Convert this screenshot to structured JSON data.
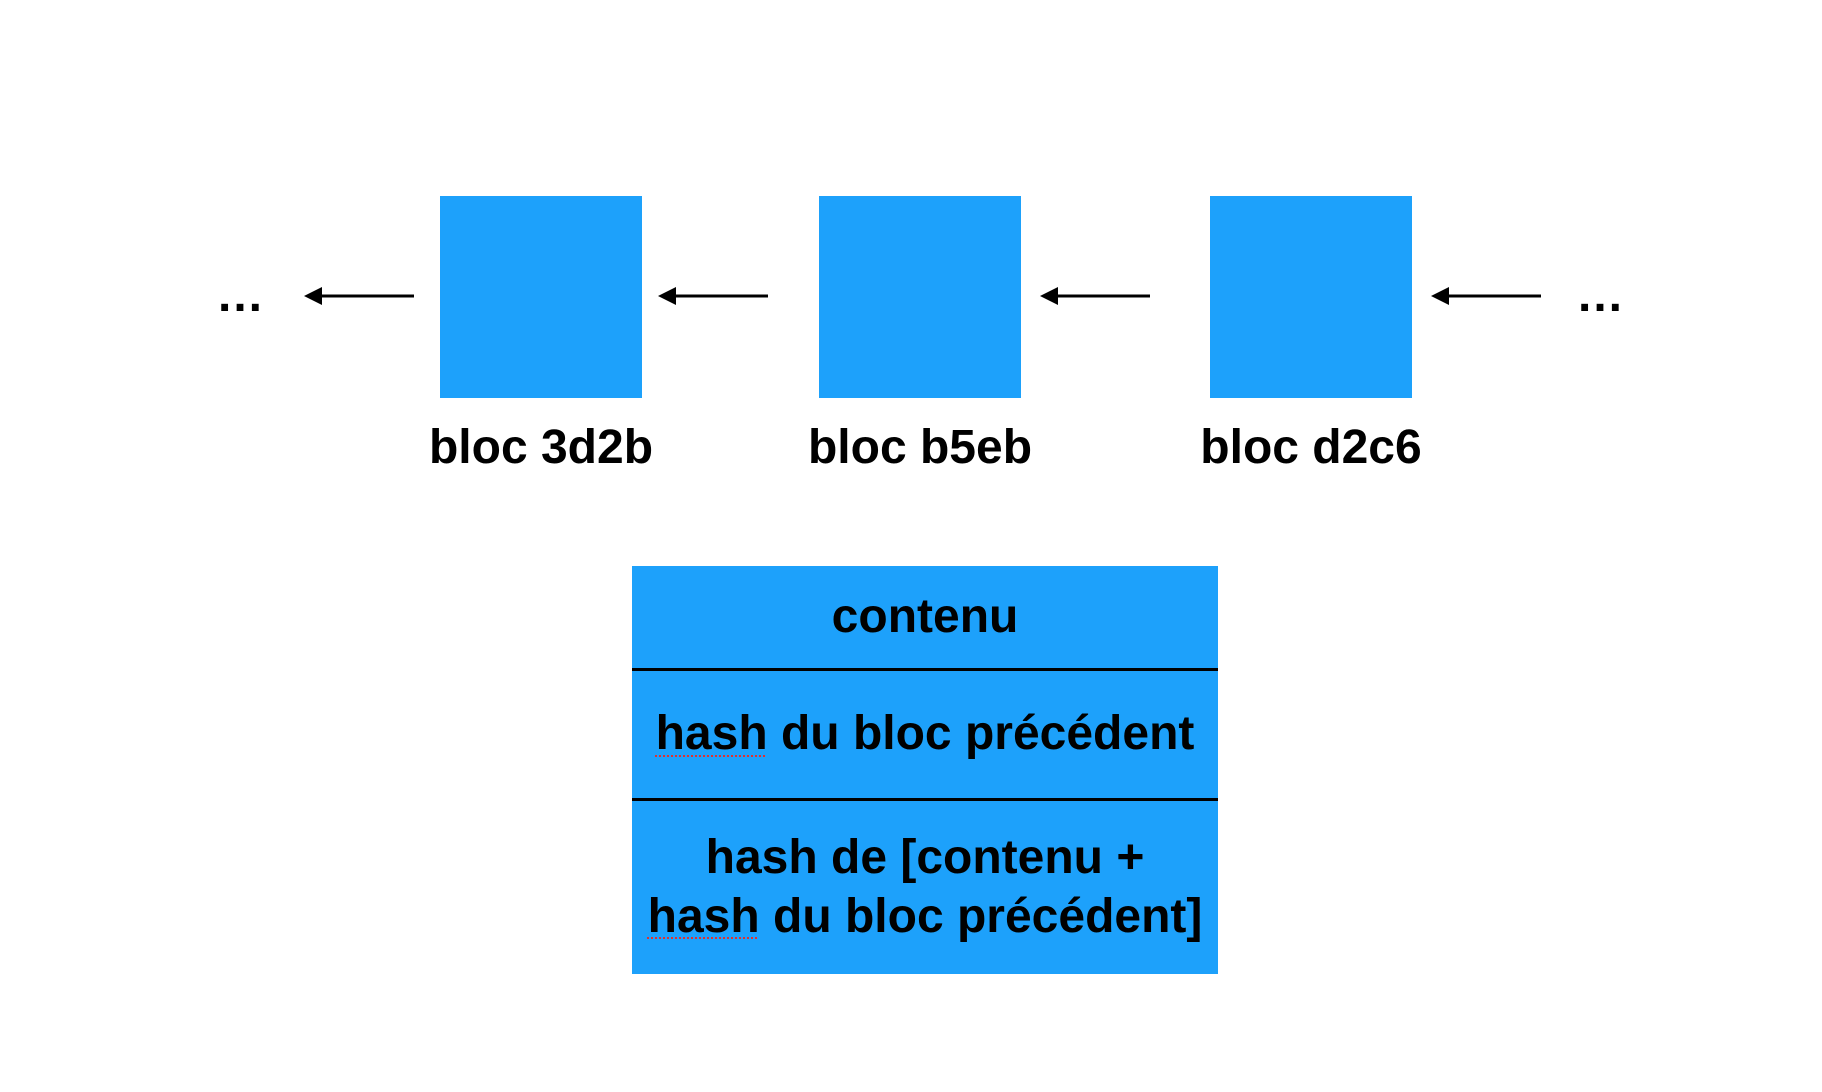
{
  "colors": {
    "block_fill": "#1da1fb",
    "arrow": "#000000",
    "text": "#000000",
    "spellcheck_underline": "#e03030"
  },
  "chain": {
    "ellipsis_left": "...",
    "ellipsis_right": "...",
    "blocks": [
      {
        "label": "bloc 3d2b"
      },
      {
        "label": "bloc b5eb"
      },
      {
        "label": "bloc d2c6"
      }
    ]
  },
  "block_detail": {
    "row_content": "contenu",
    "row_prev_hash": {
      "word1": "hash",
      "rest": " du bloc précédent"
    },
    "row_own_hash": {
      "line1": "hash de [contenu +",
      "line2_word1": "hash",
      "line2_rest": " du bloc précédent]"
    }
  }
}
